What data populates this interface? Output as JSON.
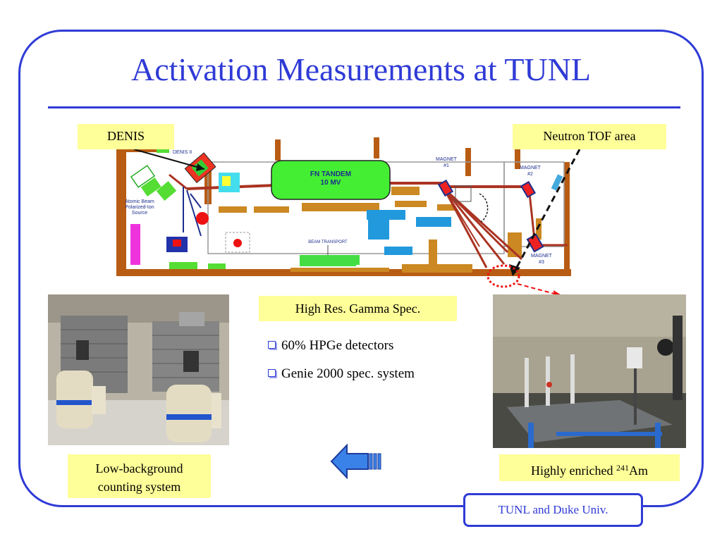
{
  "slide": {
    "title": "Activation Measurements at TUNL",
    "footer": "TUNL and Duke Univ."
  },
  "labels": {
    "denis": "DENIS",
    "neutron_tof": "Neutron TOF area",
    "gamma_spec": "High Res. Gamma Spec.",
    "low_background_line1": "Low-background",
    "low_background_line2": "counting system",
    "am_prefix": "Highly enriched ",
    "am_mass": "241",
    "am_symbol": "Am"
  },
  "bullets": [
    "60% HPGe detectors",
    "Genie 2000 spec. system"
  ],
  "floorplan": {
    "tandem_line1": "FN TANDEM",
    "tandem_line2": "10 MV",
    "magnet1_line1": "MAGNET",
    "magnet1_line2": "#1",
    "magnet2_line1": "MAGNET",
    "magnet2_line2": "#2",
    "magnet3_line1": "MAGNET",
    "magnet3_line2": "#3",
    "denis_ii": "DENIS II",
    "source_line1": "Atomic Beam",
    "source_line2": "Polarized-Ion",
    "source_line3": "Source",
    "beam_transport": "BEAM TRANSPORT"
  },
  "colors": {
    "accent": "#2f3bd6",
    "label_bg": "#ffff99",
    "wall": "#b85c14",
    "tandem": "#44ee33",
    "red_marker": "#ee1111"
  },
  "icons": {
    "back_arrow": "left-arrow-icon",
    "bullet": "square-bullet-icon"
  }
}
